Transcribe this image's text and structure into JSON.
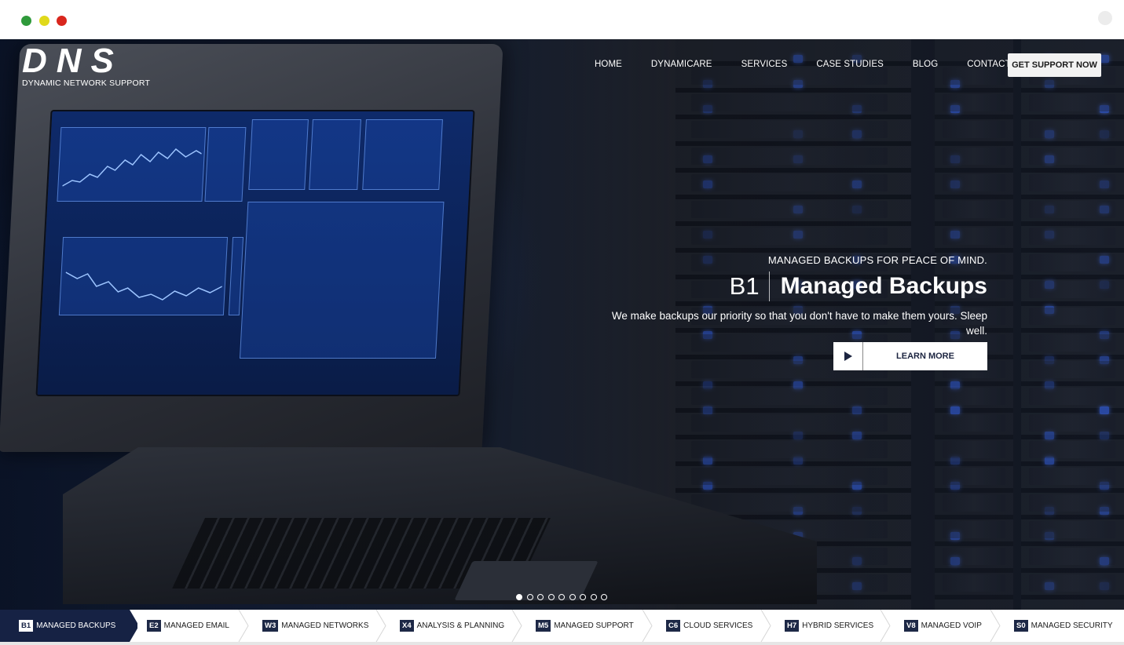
{
  "logo": {
    "letters": "DNS",
    "subtitle": "DYNAMIC NETWORK SUPPORT"
  },
  "nav": {
    "items": [
      {
        "label": "HOME"
      },
      {
        "label": "DYNAMICARE"
      },
      {
        "label": "SERVICES"
      },
      {
        "label": "CASE STUDIES"
      },
      {
        "label": "BLOG"
      },
      {
        "label": "CONTACT US"
      }
    ],
    "cta": "GET SUPPORT NOW"
  },
  "hero": {
    "tagline": "MANAGED BACKUPS FOR PEACE OF MIND.",
    "code": "B1",
    "title": "Managed Backups",
    "description": "We make backups our priority so that you don't have to make them yours. Sleep well.",
    "button": "LEARN MORE",
    "slides": {
      "count": 9,
      "active": 0
    }
  },
  "tabs": [
    {
      "code": "B1",
      "label": "MANAGED BACKUPS",
      "active": true
    },
    {
      "code": "E2",
      "label": "MANAGED EMAIL"
    },
    {
      "code": "W3",
      "label": "MANAGED NETWORKS"
    },
    {
      "code": "X4",
      "label": "ANALYSIS & PLANNING"
    },
    {
      "code": "M5",
      "label": "MANAGED SUPPORT"
    },
    {
      "code": "C6",
      "label": "CLOUD SERVICES"
    },
    {
      "code": "H7",
      "label": "HYBRID SERVICES"
    },
    {
      "code": "V8",
      "label": "MANAGED VOIP"
    },
    {
      "code": "S0",
      "label": "MANAGED SECURITY"
    }
  ],
  "colors": {
    "navy": "#162244",
    "accent_blue": "#3a67e8",
    "traffic_green": "#2f9a3b",
    "traffic_yellow": "#e0d91b",
    "traffic_red": "#d9261d"
  }
}
